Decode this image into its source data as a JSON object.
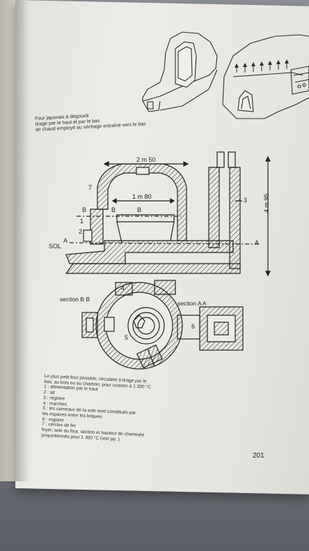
{
  "caption_top": [
    "Four japonais à dégourdi",
    "tirage par le haut et par le bas",
    "air chaud employé au séchage entraîné vers le bas"
  ],
  "caption_bottom": [
    "Le plus petit four possible, circulaire à tirage par le",
    "bas, au bois ou au charbon, pour cuisson à 1 300 °C",
    "1 : alimentation par le haut",
    "2 : air",
    "3 : registre",
    "4 : marches",
    "5 : les carneaux de la sole sont constitués par",
    "les espaces entre les briques",
    "6 : registre",
    "7 : cercles de fer",
    "foyer, sole du four, section et hauteur de cheminée",
    "proportionnés pour 1 300 °C (voir pp.              )."
  ],
  "page_number": "201",
  "labels": {
    "width_dim": "2 m 50",
    "inner_dim": "1 m 80",
    "height_dim": "4 m 95",
    "sol": "SOL",
    "a_left": "A",
    "a_right": "A",
    "b_left": "B",
    "b_right": "B",
    "b_left2": "B",
    "n1": "1",
    "n2": "2",
    "n3": "3",
    "n4": "4",
    "n5": "5",
    "n6": "6",
    "n7": "7",
    "section_bb": "section B B",
    "section_aa": "section A A"
  }
}
